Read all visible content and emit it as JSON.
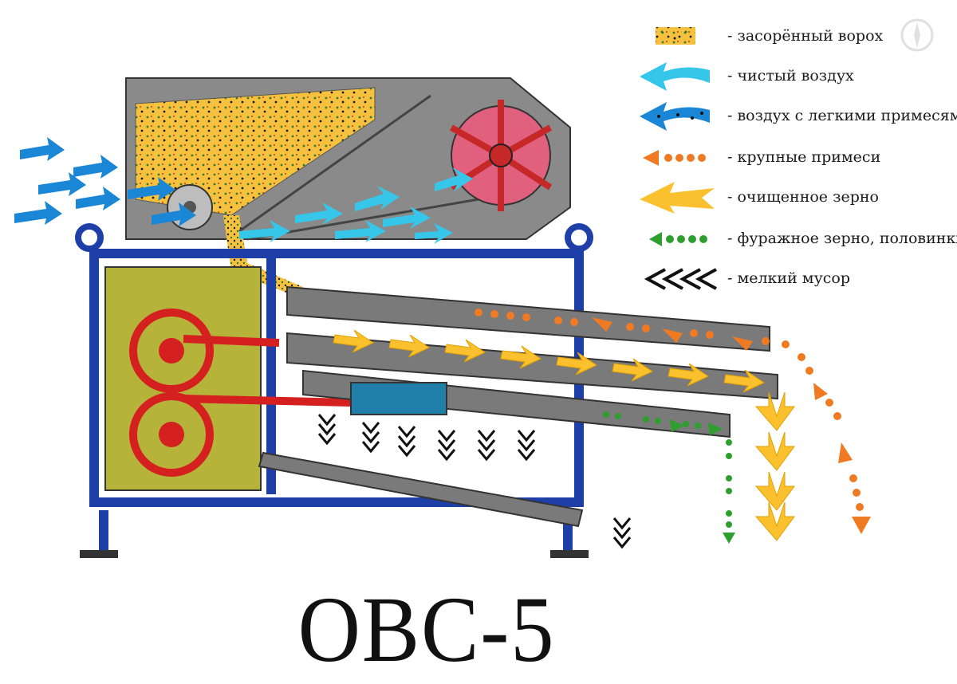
{
  "title": "ОВС-5",
  "colors": {
    "housing": "#8a8a8a",
    "frame": "#1f3fa8",
    "grain_heap": "#f6c23e",
    "clean_air": "#35c6ea",
    "dusty_air": "#1a86d6",
    "large_impurities": "#f07a22",
    "cleaned_grain": "#fbc02d",
    "fodder_grain": "#2e9e2e",
    "fine_debris": "#111111",
    "fan_rotor": "#e0607e",
    "pulley": "#d52020",
    "drive_panel": "#b5b33a",
    "sieve": "#7a7a7a",
    "sieve_drive": "#1f7fa8"
  },
  "legend": [
    {
      "key": "heap",
      "symbol": "dotted-yellow-block",
      "label": "- засорённый ворох"
    },
    {
      "key": "clean_air",
      "symbol": "light-blue-arrow",
      "label": "- чистый воздух"
    },
    {
      "key": "dusty_air",
      "symbol": "dotted-blue-arrow",
      "label": "- воздух с легкими примесями"
    },
    {
      "key": "large",
      "symbol": "orange-dotted-arrow",
      "label": "- крупные примеси"
    },
    {
      "key": "grain",
      "symbol": "yellow-chevron-arrow",
      "label": "- очищенное зерно"
    },
    {
      "key": "fodder",
      "symbol": "green-dotted-arrow",
      "label": "- фуражное зерно, половинки"
    },
    {
      "key": "debris",
      "symbol": "black-chevrons",
      "label": "- мелкий мусор"
    }
  ]
}
